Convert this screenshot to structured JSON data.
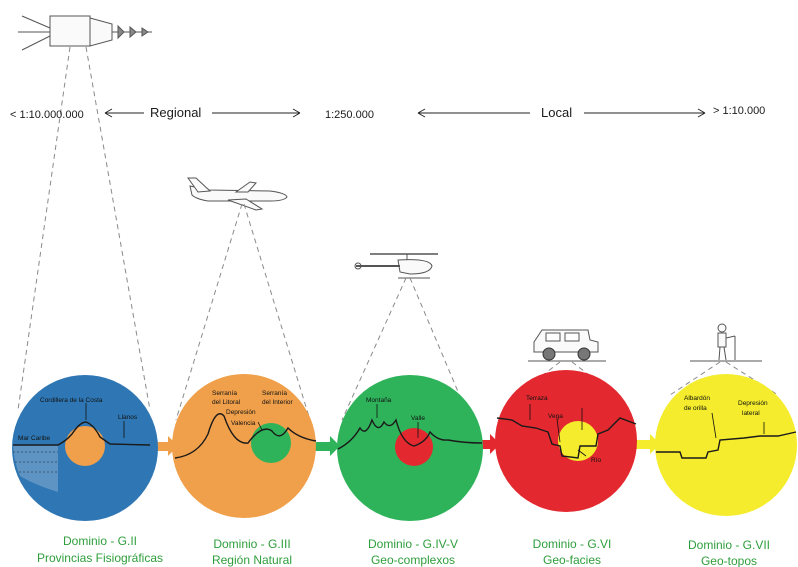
{
  "scale": {
    "left": "< 1:10.000.000",
    "middle": "1:250.000",
    "right": "> 1:10.000"
  },
  "ranges": {
    "regional": "Regional",
    "local": "Local"
  },
  "domains": [
    {
      "title": "Dominio -  G.II",
      "subtitle": "Provincias Fisiográficas",
      "color": "#2f77b4",
      "labels": [
        "Cordillera de la Costa",
        "Mar Caribe",
        "Llanos"
      ]
    },
    {
      "title": "Dominio -  G.III",
      "subtitle": "Región Natural",
      "color": "#f0a04b",
      "labels": [
        "Serranía",
        "del Litoral",
        "Serranía",
        "del Interior",
        "Depresión",
        "Valencia"
      ]
    },
    {
      "title": "Dominio -  G.IV-V",
      "subtitle": "Geo-complexos",
      "color": "#2fb35a",
      "labels": [
        "Montaña",
        "Valle"
      ]
    },
    {
      "title": "Dominio -  G.VI",
      "subtitle": "Geo-facies",
      "color": "#e3292f",
      "labels": [
        "Terraza",
        "Vega",
        "Río"
      ]
    },
    {
      "title": "Dominio -  G.VII",
      "subtitle": "Geo-topos",
      "color": "#f4ec2c",
      "labels": [
        "Albardón",
        "de orilla",
        "Depresión",
        "lateral"
      ]
    }
  ],
  "colors": {
    "caption": "#2e9e3c",
    "connector_orange": "#f0a04b",
    "connector_green": "#2fb35a",
    "connector_red": "#e3292f",
    "connector_yellow": "#f4ec2c"
  },
  "icons": [
    "satellite-icon",
    "airplane-icon",
    "helicopter-icon",
    "jeep-icon",
    "surveyor-icon"
  ]
}
